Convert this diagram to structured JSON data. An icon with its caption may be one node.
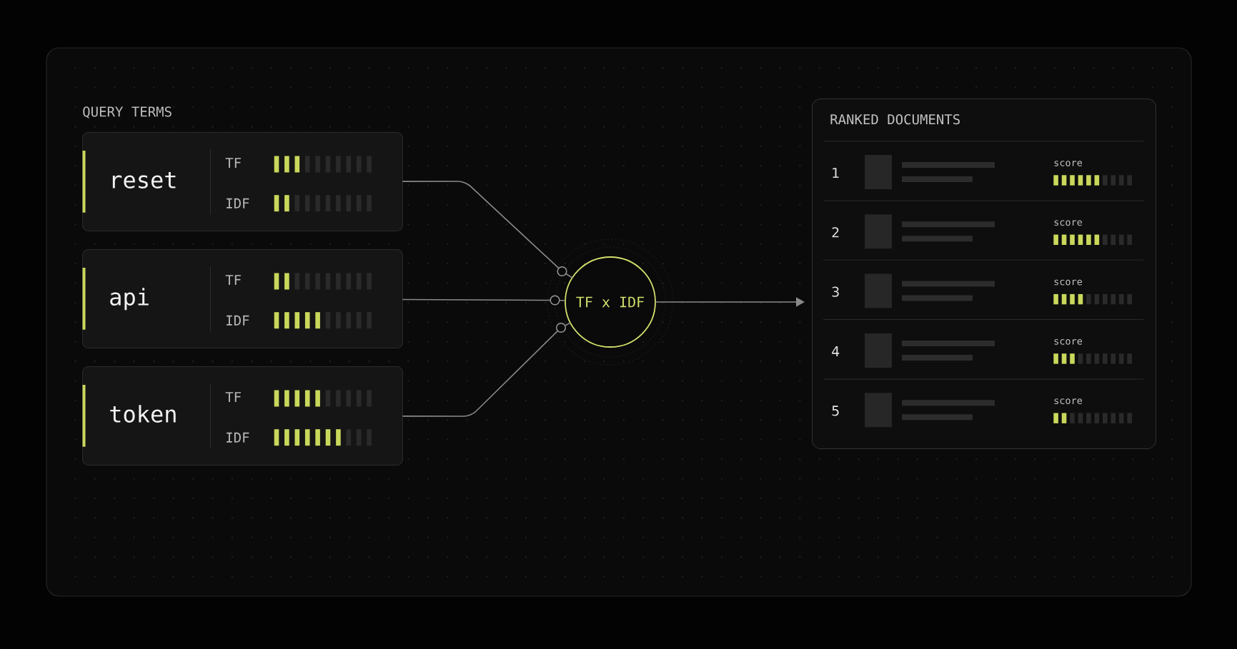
{
  "diagram": {
    "nodes": [
      {
        "text": [
          "reset",
          "TF",
          "IDF"
        ]
      },
      {
        "text": [
          "api",
          "TF",
          "IDF"
        ]
      },
      {
        "text": [
          "token",
          "TF",
          "IDF"
        ]
      },
      {
        "text": [],
        "shape": "circle"
      },
      {
        "text": [],
        "shape": "circle"
      },
      {
        "text": [],
        "shape": "circle"
      },
      {
        "text": [
          "TF x IDF"
        ]
      },
      {
        "text": [
          "RANKED DOCUMENTS"
        ]
      },
      {
        "text": [
          "1",
          "score"
        ],
        "in": 7
      },
      {
        "text": [
          "2",
          "score"
        ],
        "in": 7
      },
      {
        "text": [
          "3",
          "score"
        ],
        "in": 7
      },
      {
        "text": [
          "4",
          "score"
        ],
        "in": 7
      },
      {
        "text": [
          "5",
          "score"
        ],
        "in": 7
      }
    ],
    "edges": [
      {
        "from": 0,
        "to": 3,
        "arrow": "none"
      },
      {
        "from": 1,
        "to": 4,
        "arrow": "none"
      },
      {
        "from": 2,
        "to": 5,
        "arrow": "none"
      },
      {
        "from": 3,
        "to": 6,
        "arrow": "none"
      },
      {
        "from": 4,
        "to": 6,
        "arrow": "none"
      },
      {
        "from": 5,
        "to": 6,
        "arrow": "none"
      },
      {
        "from": 6,
        "to": 7,
        "arrow": "to"
      }
    ],
    "labels": [
      "QUERY TERMS"
    ]
  }
}
